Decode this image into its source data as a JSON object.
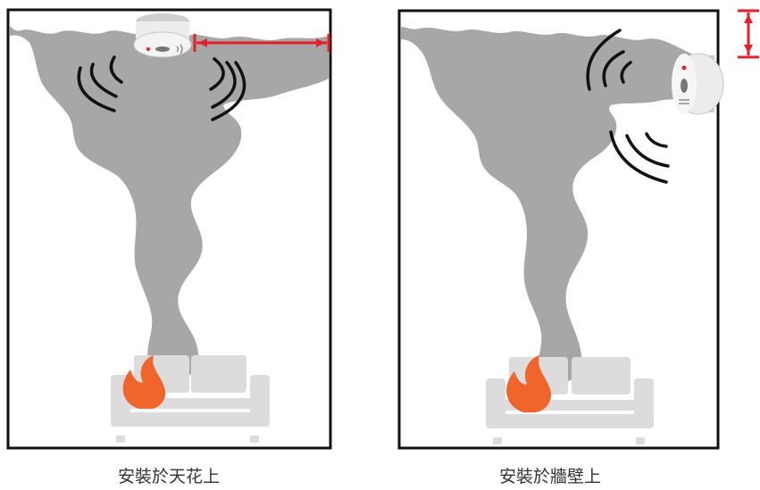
{
  "diagram": {
    "panels": [
      {
        "id": "ceiling",
        "caption": "安裝於天花上"
      },
      {
        "id": "wall",
        "caption": "安裝於牆壁上"
      }
    ]
  },
  "colors": {
    "frame": "#111111",
    "smoke": "#a7a7a7",
    "sofa": "#dcdcdc",
    "flame": "#f0652b",
    "measure": "#e3202a",
    "soundwave": "#111111",
    "detector": "#ececec"
  }
}
